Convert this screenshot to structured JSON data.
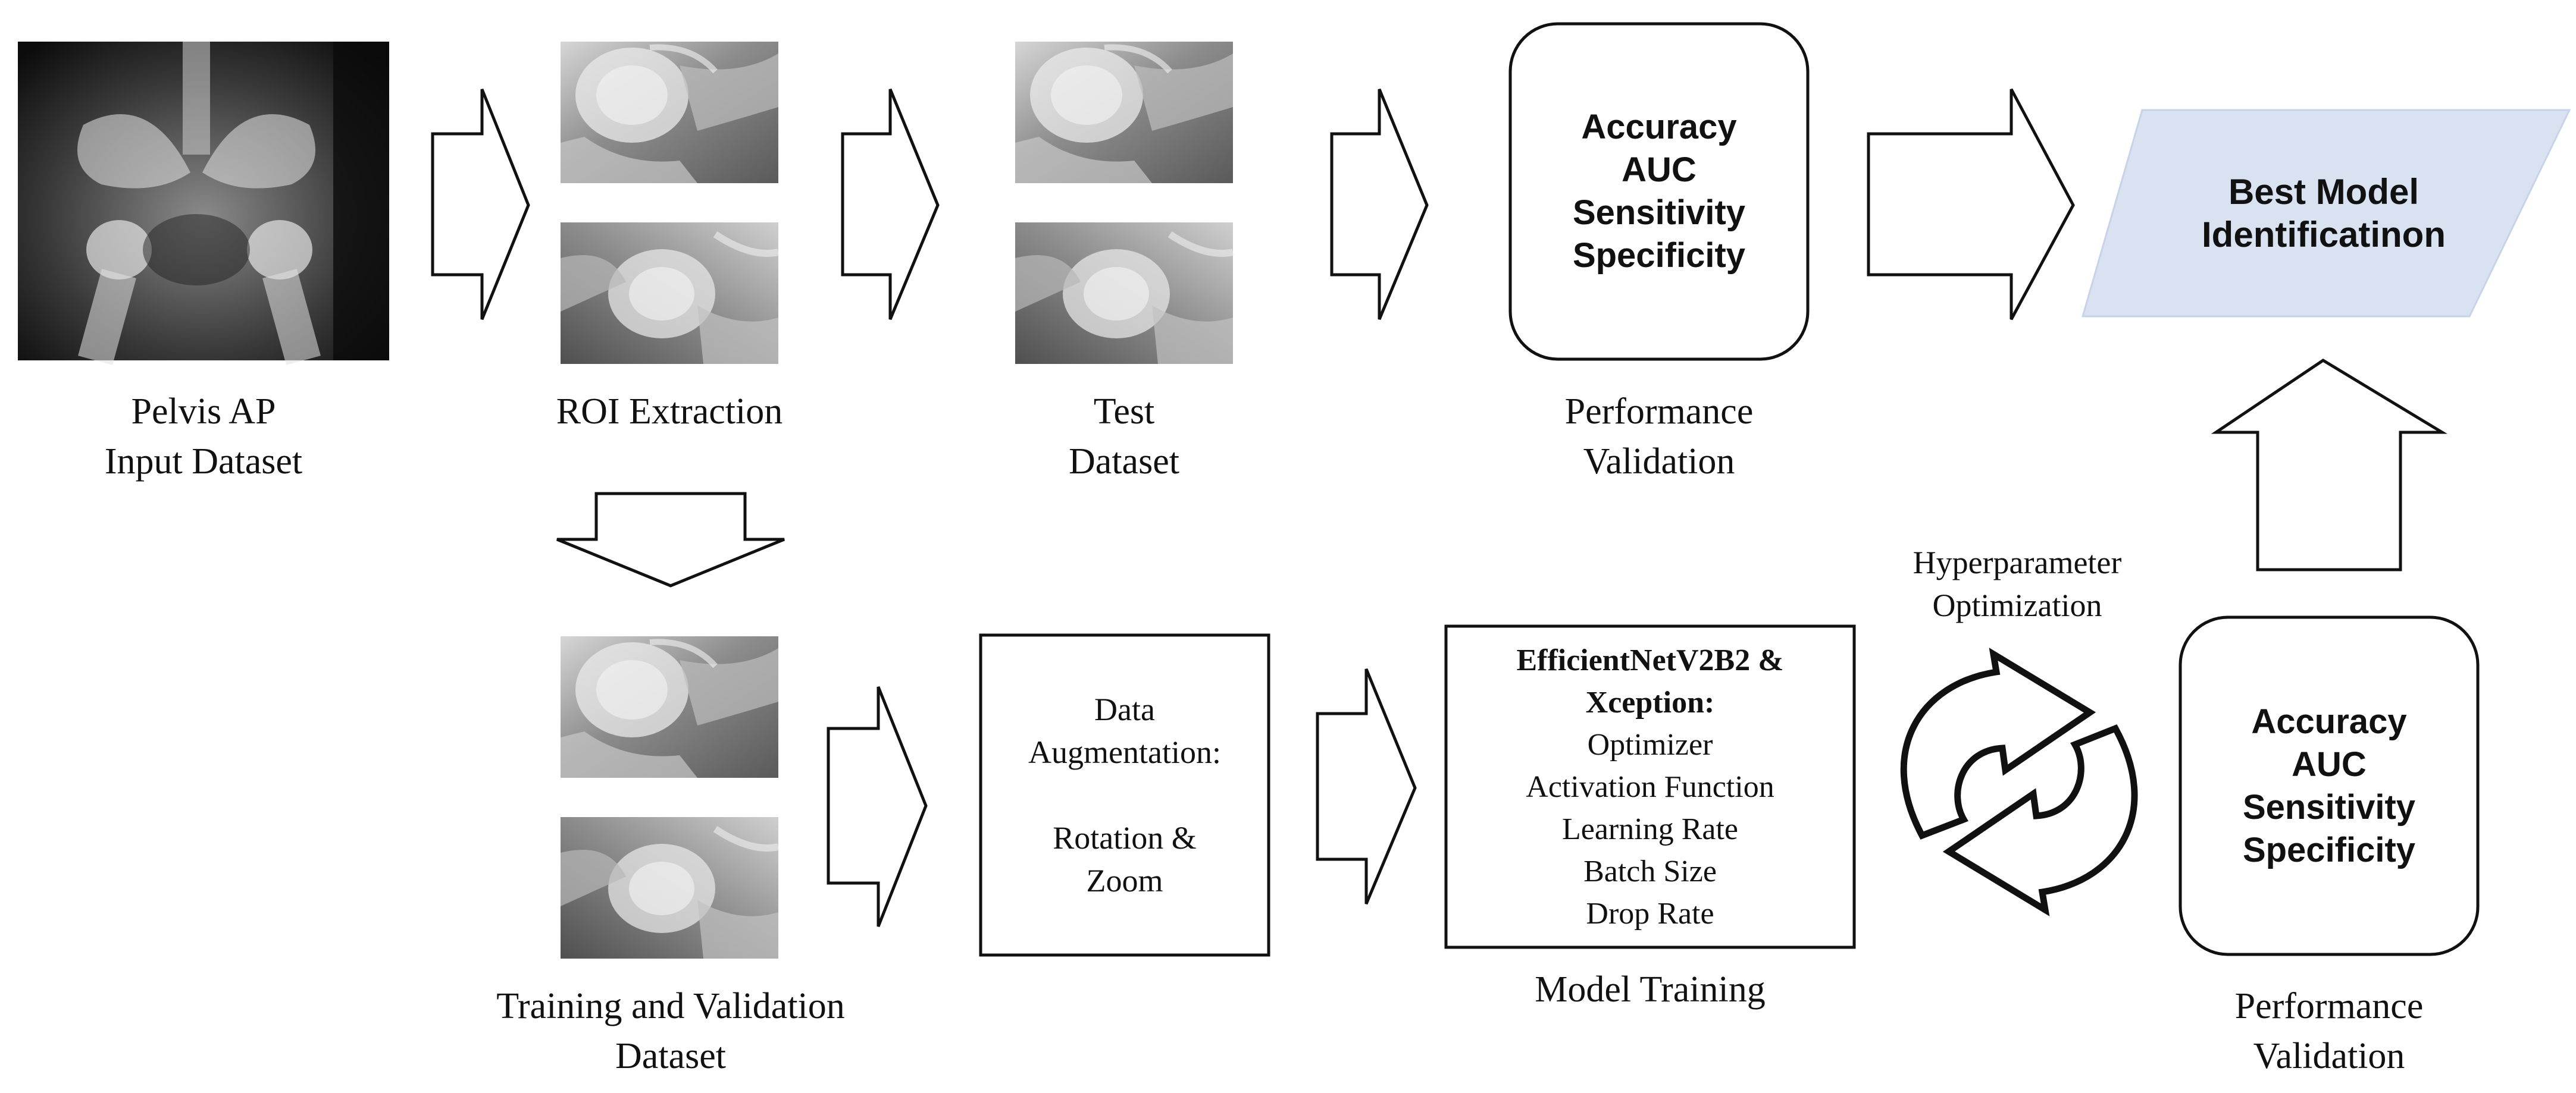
{
  "stages": {
    "input": {
      "caption": [
        "Pelvis AP",
        "Input Dataset"
      ]
    },
    "roi": {
      "caption": [
        "ROI Extraction"
      ]
    },
    "test": {
      "caption": [
        "Test",
        "Dataset"
      ]
    },
    "train_val": {
      "caption": [
        "Training and Validation",
        "Dataset"
      ]
    },
    "perf_top": {
      "metrics": [
        "Accuracy",
        "AUC",
        "Sensitivity",
        "Specificity"
      ],
      "caption": [
        "Performance",
        "Validation"
      ]
    },
    "perf_bottom": {
      "metrics": [
        "Accuracy",
        "AUC",
        "Sensitivity",
        "Specificity"
      ],
      "caption": [
        "Performance",
        "Validation"
      ]
    },
    "augmentation": {
      "lines": [
        "Data",
        "Augmentation:",
        "",
        "Rotation &",
        "Zoom"
      ]
    },
    "training": {
      "title_lines": [
        "EfficientNetV2B2 &",
        "Xception:"
      ],
      "params": [
        "Optimizer",
        "Activation Function",
        "Learning Rate",
        "Batch Size",
        "Drop Rate"
      ],
      "caption": "Model Training"
    },
    "hyperparam": {
      "label": [
        "Hyperparameter",
        "Optimization"
      ]
    },
    "best_model": {
      "lines": [
        "Best Model",
        "Identificatinon"
      ]
    }
  },
  "colors": {
    "best_model_fill": "#d9e2f0",
    "stroke": "#111111",
    "xray_dark": "#1a1a1a",
    "xray_light": "#e8e8e8"
  }
}
